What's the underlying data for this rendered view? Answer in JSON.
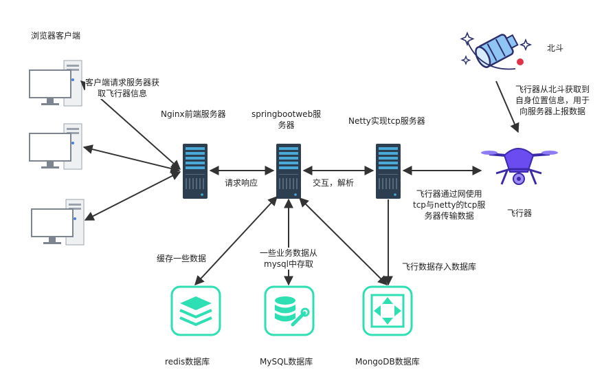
{
  "labels": {
    "browser_client": "浏览器客户端",
    "client_request_line1": "客户端请求服务器获",
    "client_request_line2": "取飞行器信息",
    "nginx": "Nginx前端服务器",
    "springboot_line1": "springbootweb服",
    "springboot_line2": "务器",
    "netty": "Netty实现tcp服务器",
    "beidou": "北斗",
    "beidou_note_line1": "飞行器从北斗获取到",
    "beidou_note_line2": "自身位置信息，用于",
    "beidou_note_line3": "向服务器上报数据",
    "request_response": "请求响应",
    "interact_parse": "交互，解析",
    "tcp_note_line1": "飞行器通过网使用",
    "tcp_note_line2": "tcp与netty的tcp服",
    "tcp_note_line3": "务器传输数据",
    "aircraft": "飞行器",
    "cache_data": "缓存一些数据",
    "mysql_note_line1": "一些业务数据从",
    "mysql_note_line2": "mysql中存取",
    "flight_data_store": "飞行数据存入数据库",
    "redis_db": "redis数据库",
    "mysql_db": "MySQL数据库",
    "mongodb_db": "MongoDB数据库"
  },
  "colors": {
    "server_body": "#2d3e50",
    "server_stripe": "#4aa9d6",
    "db_icon": "#2fdfb4",
    "drone_purple": "#6b4cf0",
    "arrow": "#333333",
    "pc_gray": "#bfc5cc"
  },
  "icons": [
    "desktop-computer-icon",
    "server-icon",
    "satellite-icon",
    "drone-icon",
    "redis-icon",
    "mysql-icon",
    "mongodb-icon"
  ]
}
